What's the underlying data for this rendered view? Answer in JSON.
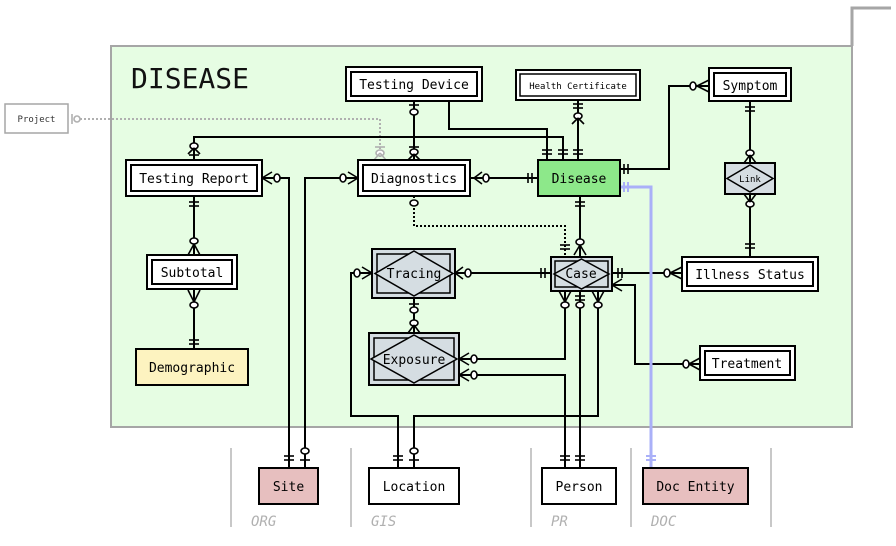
{
  "domain_title": "DISEASE",
  "colors": {
    "domain_fill": "#e6fde3",
    "domain_border": "#a6a6a6",
    "disease_fill": "#8de88a",
    "demographic_fill": "#fdf3c0",
    "external_fill": "#e7bfbf",
    "weak_fill": "#d5dde2",
    "doc_link": "#aab0f8"
  },
  "entities": {
    "project": "Project",
    "testing_device": "Testing Device",
    "health_certificate": "Health Certificate",
    "symptom": "Symptom",
    "testing_report": "Testing Report",
    "diagnostics": "Diagnostics",
    "disease": "Disease",
    "link": "Link",
    "subtotal": "Subtotal",
    "tracing": "Tracing",
    "case": "Case",
    "illness_status": "Illness Status",
    "demographic": "Demographic",
    "exposure": "Exposure",
    "treatment": "Treatment",
    "site": "Site",
    "location": "Location",
    "person": "Person",
    "doc_entity": "Doc Entity"
  },
  "lanes": {
    "org": "ORG",
    "gis": "GIS",
    "pr": "PR",
    "doc": "DOC"
  }
}
